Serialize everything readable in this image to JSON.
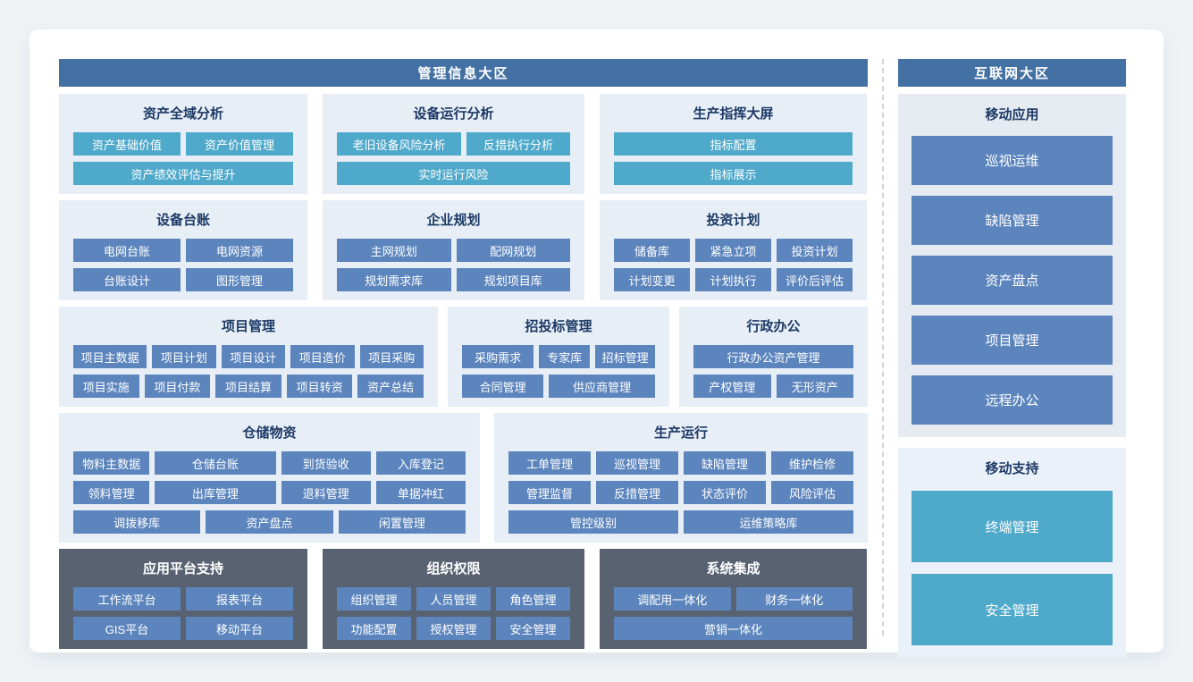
{
  "colors": {
    "zone_header": "#4471a3",
    "teal_module": "#4fa9ca",
    "blue_module": "#5c85be",
    "dark_panel_bg": "#596271",
    "light_panel_bg": "#e7eef6"
  },
  "zones": {
    "left_title": "管理信息大区",
    "right_title": "互联网大区"
  },
  "sections": {
    "asset_analysis": {
      "title": "资产全域分析",
      "buttons": [
        "资产基础价值",
        "资产价值管理",
        "资产绩效评估与提升"
      ]
    },
    "device_operation": {
      "title": "设备运行分析",
      "buttons": [
        "老旧设备风险分析",
        "反措执行分析",
        "实时运行风险"
      ]
    },
    "production_dashboard": {
      "title": "生产指挥大屏",
      "buttons": [
        "指标配置",
        "指标展示"
      ]
    },
    "equipment_ledger": {
      "title": "设备台账",
      "buttons": [
        "电网台账",
        "电网资源",
        "台账设计",
        "图形管理"
      ]
    },
    "enterprise_planning": {
      "title": "企业规划",
      "buttons": [
        "主网规划",
        "配网规划",
        "规划需求库",
        "规划项目库"
      ]
    },
    "investment_plan": {
      "title": "投资计划",
      "buttons": [
        "储备库",
        "紧急立项",
        "投资计划",
        "计划变更",
        "计划执行",
        "评价后评估"
      ]
    },
    "project_management": {
      "title": "项目管理",
      "buttons": [
        "项目主数据",
        "项目计划",
        "项目设计",
        "项目造价",
        "项目采购",
        "项目实施",
        "项目付款",
        "项目结算",
        "项目转资",
        "资产总结"
      ]
    },
    "bidding_management": {
      "title": "招投标管理",
      "buttons": [
        "采购需求",
        "专家库",
        "招标管理",
        "合同管理",
        "供应商管理"
      ]
    },
    "admin_office": {
      "title": "行政办公",
      "buttons": [
        "行政办公资产管理",
        "产权管理",
        "无形资产"
      ]
    },
    "warehouse_materials": {
      "title": "仓储物资",
      "buttons": [
        "物料主数据",
        "仓储台账",
        "到货验收",
        "入库登记",
        "领料管理",
        "出库管理",
        "退料管理",
        "单据冲红",
        "调拨移库",
        "资产盘点",
        "闲置管理"
      ]
    },
    "production_operation": {
      "title": "生产运行",
      "buttons": [
        "工单管理",
        "巡视管理",
        "缺陷管理",
        "维护检修",
        "管理监督",
        "反措管理",
        "状态评价",
        "风险评估",
        "管控级别",
        "运维策略库"
      ]
    },
    "platform_support": {
      "title": "应用平台支持",
      "buttons": [
        "工作流平台",
        "报表平台",
        "GIS平台",
        "移动平台"
      ]
    },
    "org_permission": {
      "title": "组织权限",
      "buttons": [
        "组织管理",
        "人员管理",
        "角色管理",
        "功能配置",
        "授权管理",
        "安全管理"
      ]
    },
    "system_integration": {
      "title": "系统集成",
      "buttons": [
        "调配用一体化",
        "财务一体化",
        "营销一体化"
      ]
    },
    "mobile_apps": {
      "title": "移动应用",
      "buttons": [
        "巡视运维",
        "缺陷管理",
        "资产盘点",
        "项目管理",
        "远程办公"
      ]
    },
    "mobile_support": {
      "title": "移动支持",
      "buttons": [
        "终端管理",
        "安全管理"
      ]
    }
  }
}
